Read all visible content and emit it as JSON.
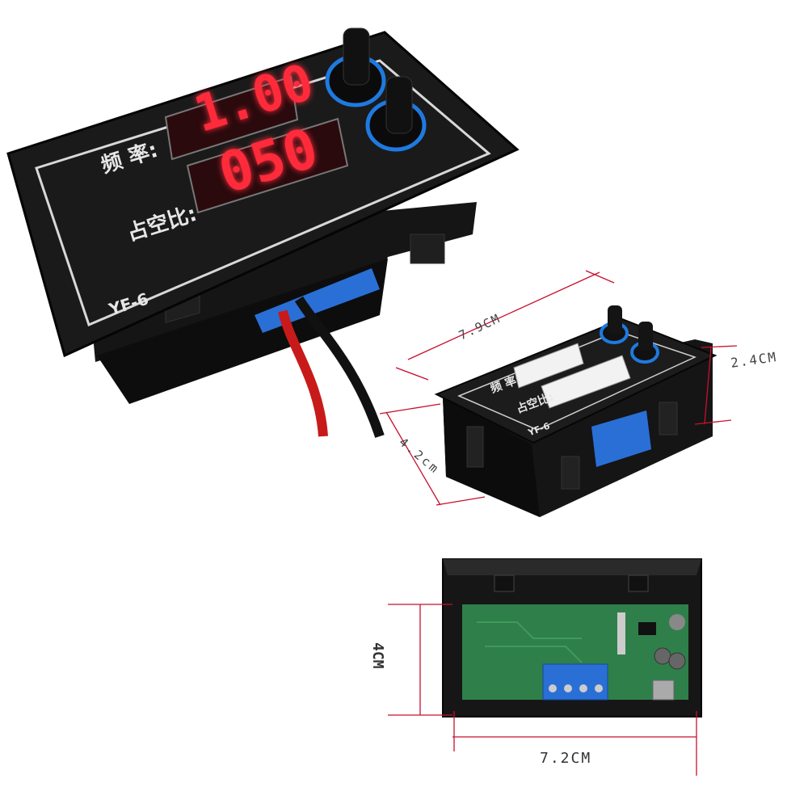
{
  "main_view": {
    "frequency_label": "频 率:",
    "duty_label": "占空比:",
    "frequency_value": "1.00",
    "duty_value": "050",
    "model": "YF-6"
  },
  "side_view": {
    "frequency_label": "频 率:",
    "duty_label": "占空比:",
    "model": "YF-6",
    "length_label": "7.9CM",
    "height_label": "2.4CM",
    "depth_label": "4.2cm"
  },
  "back_view": {
    "height_label": "4CM",
    "width_label": "7.2CM"
  },
  "colors": {
    "segment_red": "#ff2a3a",
    "dimension_line": "#c8102e",
    "knob_ring": "#1e7ae0",
    "pcb_green": "#2f7f4a",
    "terminal_blue": "#2a6fd6"
  }
}
